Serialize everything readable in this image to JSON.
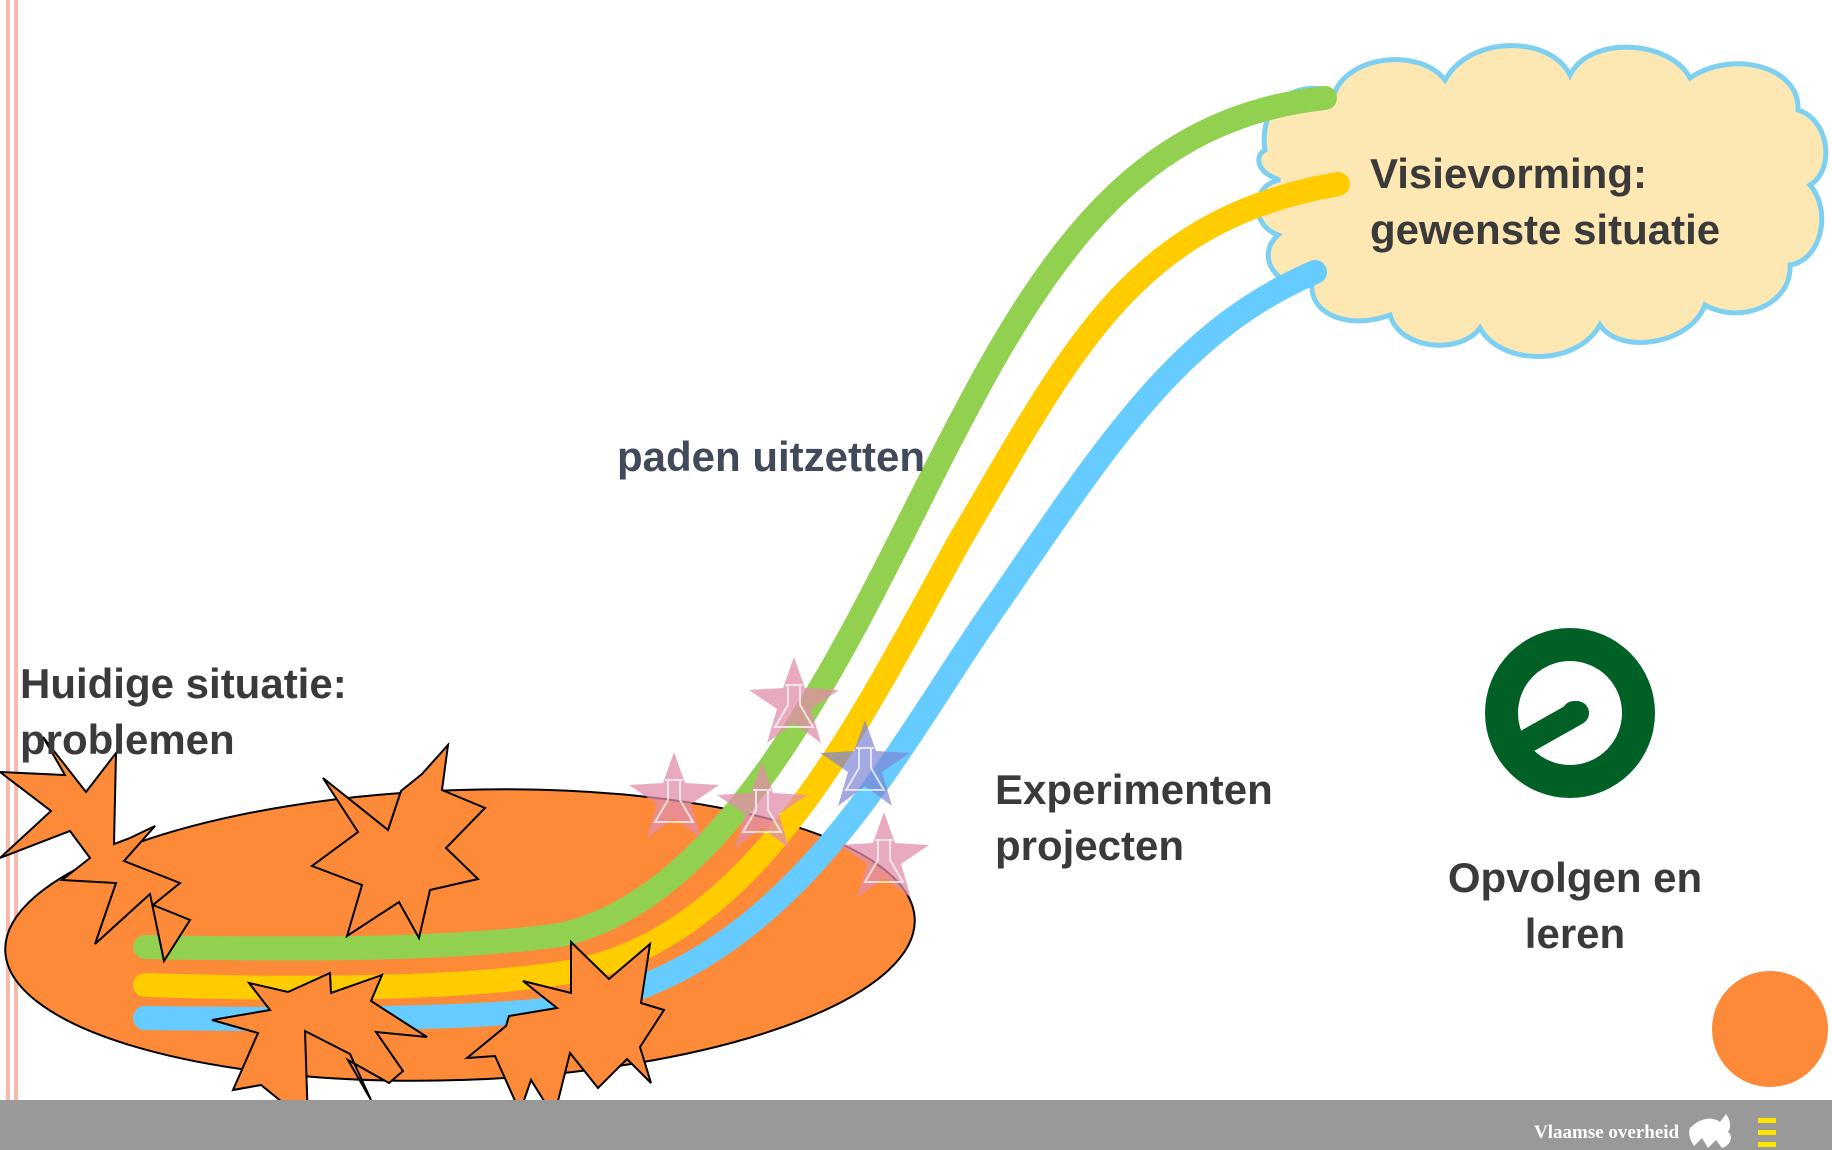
{
  "diagram": {
    "labels": {
      "vision": [
        "Visievorming:",
        "gewenste situatie"
      ],
      "paths": "paden uitzetten",
      "current": [
        "Huidige situatie:",
        "problemen"
      ],
      "experiments": [
        "Experimenten",
        "projecten"
      ],
      "followup": [
        "Opvolgen en",
        "leren"
      ]
    },
    "footer": {
      "brand": "Vlaamse overheid"
    },
    "colors": {
      "green_path": "#92d050",
      "yellow_path": "#ffcc00",
      "blue_path": "#66ccff",
      "problem_orange": "#fd8a39",
      "cloud_fill": "#fde8b4",
      "cloud_outline": "#7dd0f2",
      "experiment_star": "#e28dab",
      "followup_icon": "#006026",
      "footer_bar": "#999999"
    },
    "icons": {
      "followup": "follow-up-cycle-icon",
      "experiments": "flask-star-icon",
      "brand_logo": "flemish-lion-logo"
    }
  }
}
